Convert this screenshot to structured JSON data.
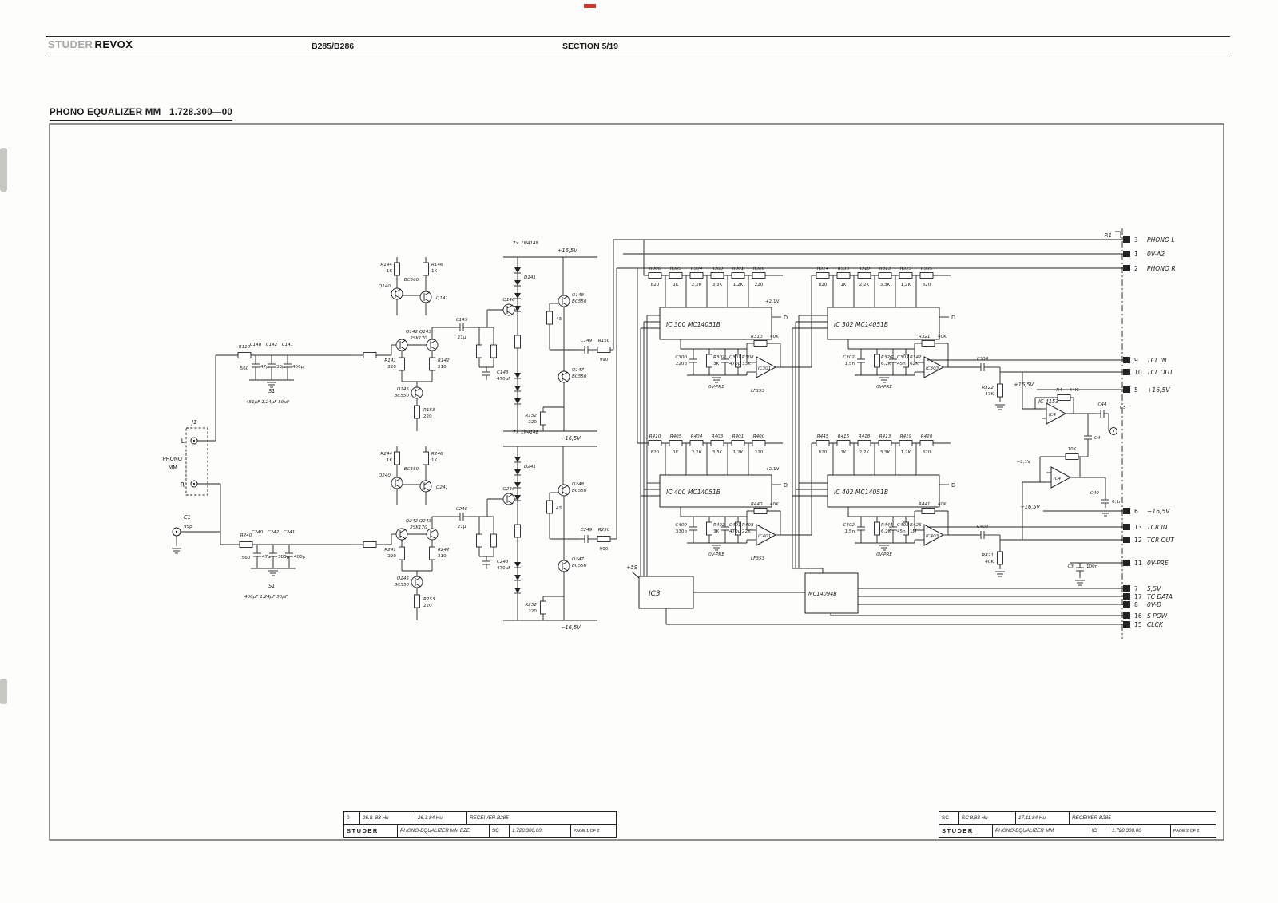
{
  "header": {
    "brand_gray": "STUDER",
    "brand_black": "REVOX",
    "model": "B285/B286",
    "section": "SECTION 5/19"
  },
  "title": "PHONO EQUALIZER MM   1.728.300—00",
  "schematic": {
    "input": {
      "j1": "J1",
      "l": "L",
      "r": "R",
      "phono": "PHONO",
      "mm": "MM",
      "c1": "C1",
      "c1v": "95p",
      "top": {
        "r": "R110",
        "rv": "560",
        "c1": "C140",
        "c1v": "47μ",
        "c2": "C142",
        "c2v": "33μ",
        "c3": "C141",
        "c3v": "400p",
        "sw": "S1",
        "vals": "451μF  1,24μF  50μF"
      },
      "bot": {
        "r": "R240",
        "rv": "560",
        "c1": "C240",
        "c1v": "47μ",
        "c2": "C242",
        "c2v": "380p",
        "c3": "C241",
        "c3v": "400p",
        "sw": "S1",
        "vals": "400μF  1,24μF  50μF"
      }
    },
    "amp_top": {
      "dlabel": "7× 1N4148",
      "vplus": "+16,5V",
      "vminus": "−16,5V",
      "q1": "Q140",
      "q2": "Q141",
      "q2t": "BC560",
      "jf": "Q142 Q143",
      "jft": "2SK170",
      "r1": "R144",
      "r1v": "1K",
      "r2": "R146",
      "r2v": "1K",
      "r4": "R141",
      "r4v": "220",
      "r5": "R142",
      "r5v": "210",
      "c1": "C145",
      "c1v": "21μ",
      "c2": "C143",
      "c2v": "470μF",
      "q5": "Q146",
      "q6": "Q148",
      "q6t": "BC550",
      "q7": "Q147",
      "q7t": "BC550",
      "q8": "Q145",
      "q8t": "BC550",
      "d1": "D141",
      "r7v": "43",
      "c3": "C149",
      "r8": "R150",
      "r8v": "990",
      "r9": "R152",
      "r9v": "220",
      "r10": "R153",
      "r10v": "220"
    },
    "amp_bot": {
      "dlabel": "7× 1N4148",
      "vplus": "",
      "vminus": "−16,5V",
      "q1": "Q240",
      "q2": "Q241",
      "q2t": "BC560",
      "jf": "Q242 Q243",
      "jft": "2SK170",
      "r1": "R244",
      "r1v": "1K",
      "r2": "R246",
      "r2v": "1K",
      "r4": "R241",
      "r4v": "220",
      "r5": "R242",
      "r5v": "210",
      "c1": "C245",
      "c1v": "21μ",
      "c2": "C243",
      "c2v": "470μF",
      "q5": "Q246",
      "q6": "Q248",
      "q6t": "BC550",
      "q7": "Q247",
      "q7t": "BC550",
      "q8": "Q245",
      "q8t": "BC550",
      "d1": "D241",
      "r7v": "43",
      "c3": "C249",
      "r8": "R250",
      "r8v": "990",
      "r9": "R252",
      "r9v": "220",
      "r10": "R253",
      "r10v": "220"
    },
    "mux": [
      {
        "ic": "IC 300  MC14051B",
        "d": "D",
        "vref": "+2,1V",
        "ladder": [
          {
            "r": "R306",
            "v": "820"
          },
          {
            "r": "R305",
            "v": "1K"
          },
          {
            "r": "R304",
            "v": "2,2K"
          },
          {
            "r": "R303",
            "v": "3,3K"
          },
          {
            "r": "R301",
            "v": "1,2K"
          },
          {
            "r": "R300",
            "v": "220"
          }
        ],
        "cap": "C300",
        "capv": "220p",
        "r1": "R302",
        "r1v": "3K",
        "c2": "C301",
        "c2v": "470μ",
        "r2": "R308",
        "r2v": "33K",
        "fb": "R310",
        "fbv": "40K",
        "op": "IC301",
        "opp": "LF353",
        "gnd": "0V-PRE"
      },
      {
        "ic": "IC 302  MC14051B",
        "d": "D",
        "ladder": [
          {
            "r": "R314",
            "v": "820"
          },
          {
            "r": "R330",
            "v": "1K"
          },
          {
            "r": "R319",
            "v": "2,2K"
          },
          {
            "r": "R313",
            "v": "3,3K"
          },
          {
            "r": "R315",
            "v": "1,2K"
          },
          {
            "r": "R335",
            "v": "820"
          }
        ],
        "cap": "C302",
        "capv": "1,5n",
        "r1": "R326",
        "r1v": "6,2K",
        "c2": "C303",
        "c2v": "45n",
        "r2": "R342",
        "r2v": "62K",
        "fb": "R321",
        "fbv": "40K",
        "op": "IC303",
        "gnd": "0V-PRE"
      },
      {
        "ic": "IC 400  MC14051B",
        "d": "D",
        "vref": "+2,1V",
        "ladder": [
          {
            "r": "R410",
            "v": "820"
          },
          {
            "r": "R405",
            "v": "1K"
          },
          {
            "r": "R404",
            "v": "2,2K"
          },
          {
            "r": "R403",
            "v": "3,3K"
          },
          {
            "r": "R401",
            "v": "1,2K"
          },
          {
            "r": "R400",
            "v": "220"
          }
        ],
        "cap": "C400",
        "capv": "330p",
        "r1": "R402",
        "r1v": "3K",
        "c2": "C401",
        "c2v": "470μ",
        "r2": "R408",
        "r2v": "22K",
        "fb": "R440",
        "fbv": "40K",
        "op": "IC401",
        "opp": "LF353",
        "gnd": "0V-PRE"
      },
      {
        "ic": "IC 402  MC14051B",
        "d": "D",
        "ladder": [
          {
            "r": "R445",
            "v": "820"
          },
          {
            "r": "R415",
            "v": "1K"
          },
          {
            "r": "R418",
            "v": "2,2K"
          },
          {
            "r": "R413",
            "v": "3,3K"
          },
          {
            "r": "R419",
            "v": "1,2K"
          },
          {
            "r": "R420",
            "v": "820"
          }
        ],
        "cap": "C402",
        "capv": "1,5n",
        "r1": "R444",
        "r1v": "6,2K",
        "c2": "C403",
        "c2v": "45n",
        "r2": "R426",
        "r2v": "1M",
        "fb": "R441",
        "fbv": "40K",
        "op": "IC403",
        "gnd": "0V-PRE"
      }
    ],
    "digital": {
      "ic3": "IC3",
      "plus5": "+5S",
      "shift": "MC14094B"
    },
    "out": {
      "p1": "P.1",
      "vplus": "+16,5V",
      "vminus": "−16,5V",
      "vneg": "−2,1V",
      "c304": "C304",
      "r322": "R322",
      "r322v": "47K",
      "c404": "C404",
      "r421": "R421",
      "r421v": "40K",
      "ic4_name": "IC 4153",
      "ic4a": "IC4",
      "ic4b": "IC4",
      "r4": "R4",
      "r4v": "44K",
      "r10k": "10K",
      "c4": "C4",
      "c44": "C44",
      "c5": "C5",
      "c40": "C40",
      "c40v": "0,1n",
      "c3": "C3",
      "c3v": "100n"
    },
    "pins": [
      {
        "num": "3",
        "label": "PHONO L"
      },
      {
        "num": "1",
        "label": "0V-A2"
      },
      {
        "num": "2",
        "label": "PHONO R"
      },
      {
        "num": "9",
        "label": "TCL IN"
      },
      {
        "num": "10",
        "label": "TCL OUT"
      },
      {
        "num": "5",
        "label": "+16,5V"
      },
      {
        "num": "6",
        "label": "−16,5V"
      },
      {
        "num": "13",
        "label": "TCR IN"
      },
      {
        "num": "12",
        "label": "TCR OUT"
      },
      {
        "num": "11",
        "label": "0V-PRE"
      },
      {
        "num": "7",
        "label": "5,5V"
      },
      {
        "num": "17",
        "label": "TC DATA"
      },
      {
        "num": "8",
        "label": "0V-D"
      },
      {
        "num": "16",
        "label": "S POW"
      },
      {
        "num": "15",
        "label": "CLCK"
      }
    ]
  },
  "titleblock_left": {
    "rev": "0",
    "d1": "26.8. 83 Hu",
    "d2": "26.3.84 Hu",
    "proj": "RECEIVER B285",
    "brand": "STUDER",
    "doc": "PHONO-EQUALIZER MM EZE.",
    "code": "SC",
    "num": "1.728.300.00",
    "page": "PAGE 1 OF 2"
  },
  "titleblock_right": {
    "rev": "SC",
    "d1": "SC 8.83 Hu",
    "d2": "17.11.84 Hu",
    "proj": "RECEIVER B285",
    "brand": "STUDER",
    "doc": "PHONO-EQUALIZER MM",
    "code": "IC",
    "num": "1.728.300.00",
    "page": "PAGE 2 OF 2"
  }
}
